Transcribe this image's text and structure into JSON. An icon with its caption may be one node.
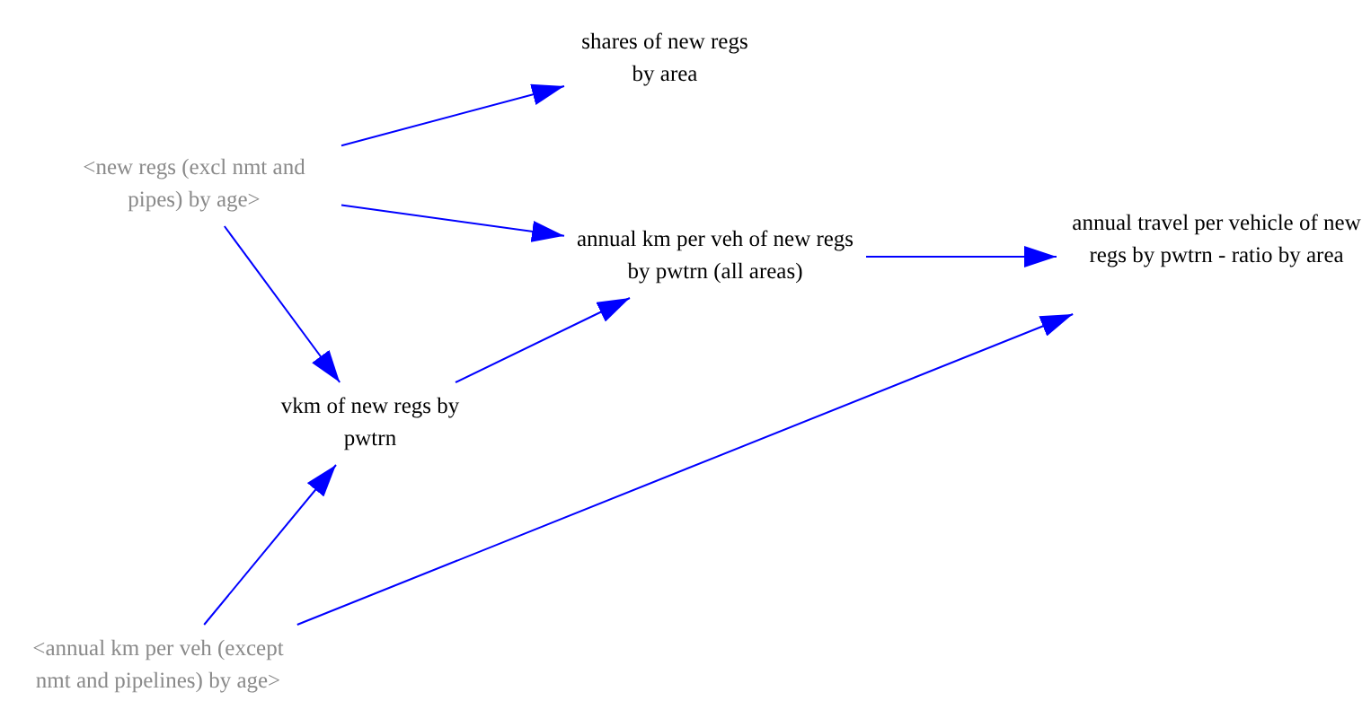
{
  "diagram": {
    "nodes": [
      {
        "text": [
          "shares of new regs by area"
        ]
      },
      {
        "text": [
          "<new regs (excl nmt and pipes) by age>"
        ]
      },
      {
        "text": [
          "annual km per veh of new regs by pwtrn (all areas)"
        ]
      },
      {
        "text": [
          "annual travel per vehicle of new regs by pwtrn - ratio by area"
        ]
      },
      {
        "text": [
          "vkm of new regs by pwtrn"
        ]
      },
      {
        "text": [
          "<annual km per veh (except nmt and pipelines) by age>"
        ]
      }
    ],
    "edges": [
      {
        "from": 1,
        "to": 0,
        "arrow": "to"
      },
      {
        "from": 1,
        "to": 2,
        "arrow": "to"
      },
      {
        "from": 1,
        "to": 4,
        "arrow": "to"
      },
      {
        "from": 4,
        "to": 2,
        "arrow": "to"
      },
      {
        "from": 2,
        "to": 3,
        "arrow": "to"
      },
      {
        "from": 5,
        "to": 4,
        "arrow": "to"
      },
      {
        "from": 5,
        "to": 3,
        "arrow": "to"
      }
    ]
  }
}
